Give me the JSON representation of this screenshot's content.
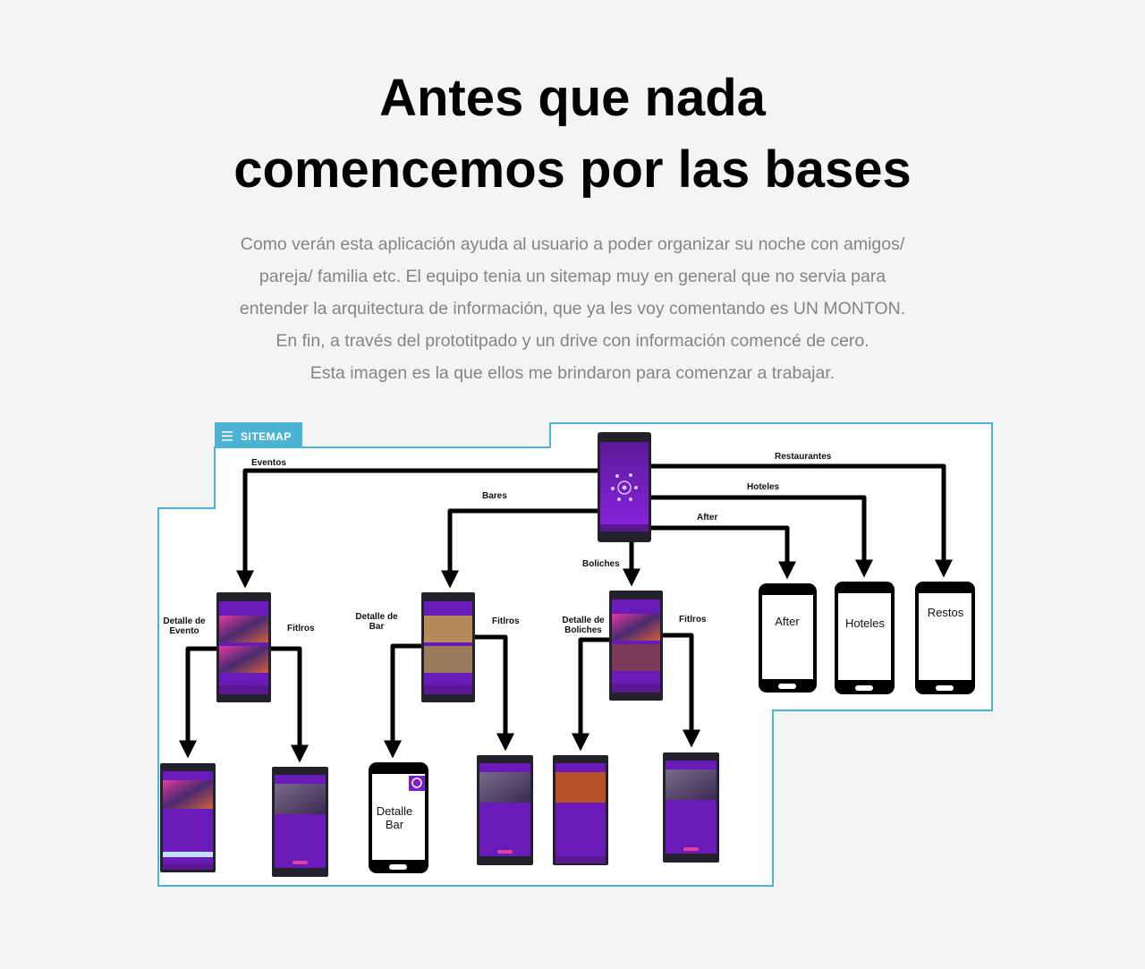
{
  "header": {
    "title_line1": "Antes que nada",
    "title_line2": "comencemos por las bases"
  },
  "intro": {
    "lines": [
      "Como verán esta aplicación ayuda al usuario a poder organizar su noche con amigos/",
      "pareja/ familia etc. El equipo tenia un sitemap muy en general que no servia para",
      "entender la arquitectura de información, que ya les voy comentando es UN MONTON.",
      "En fin, a través del prototitpado y un drive con información comencé de cero.",
      "Esta imagen es la que ellos me brindaron para comenzar a trabajar."
    ]
  },
  "sitemap": {
    "tab_label": "SITEMAP",
    "tab_icon": "menu-icon",
    "edge_labels": {
      "eventos": "Eventos",
      "bares": "Bares",
      "boliches": "Boliches",
      "after": "After",
      "hoteles": "Hoteles",
      "restaurantes": "Restaurantes",
      "detalle_evento_1": "Detalle de",
      "detalle_evento_2": "Evento",
      "detalle_bar_1": "Detalle de",
      "detalle_bar_2": "Bar",
      "detalle_boliches_1": "Detalle de",
      "detalle_boliches_2": "Boliches",
      "filtros_eventos": "Fitlros",
      "filtros_bares": "Fitlros",
      "filtros_boliches": "Fitlros"
    },
    "placeholder_screens": {
      "after": "After",
      "hoteles": "Hoteles",
      "restos": "Restos",
      "detalle_bar_1": "Detalle",
      "detalle_bar_2": "Bar"
    },
    "colors": {
      "accent": "#4db3d4",
      "screen_purple": "#7a1fd0",
      "arrow": "#000000"
    }
  }
}
